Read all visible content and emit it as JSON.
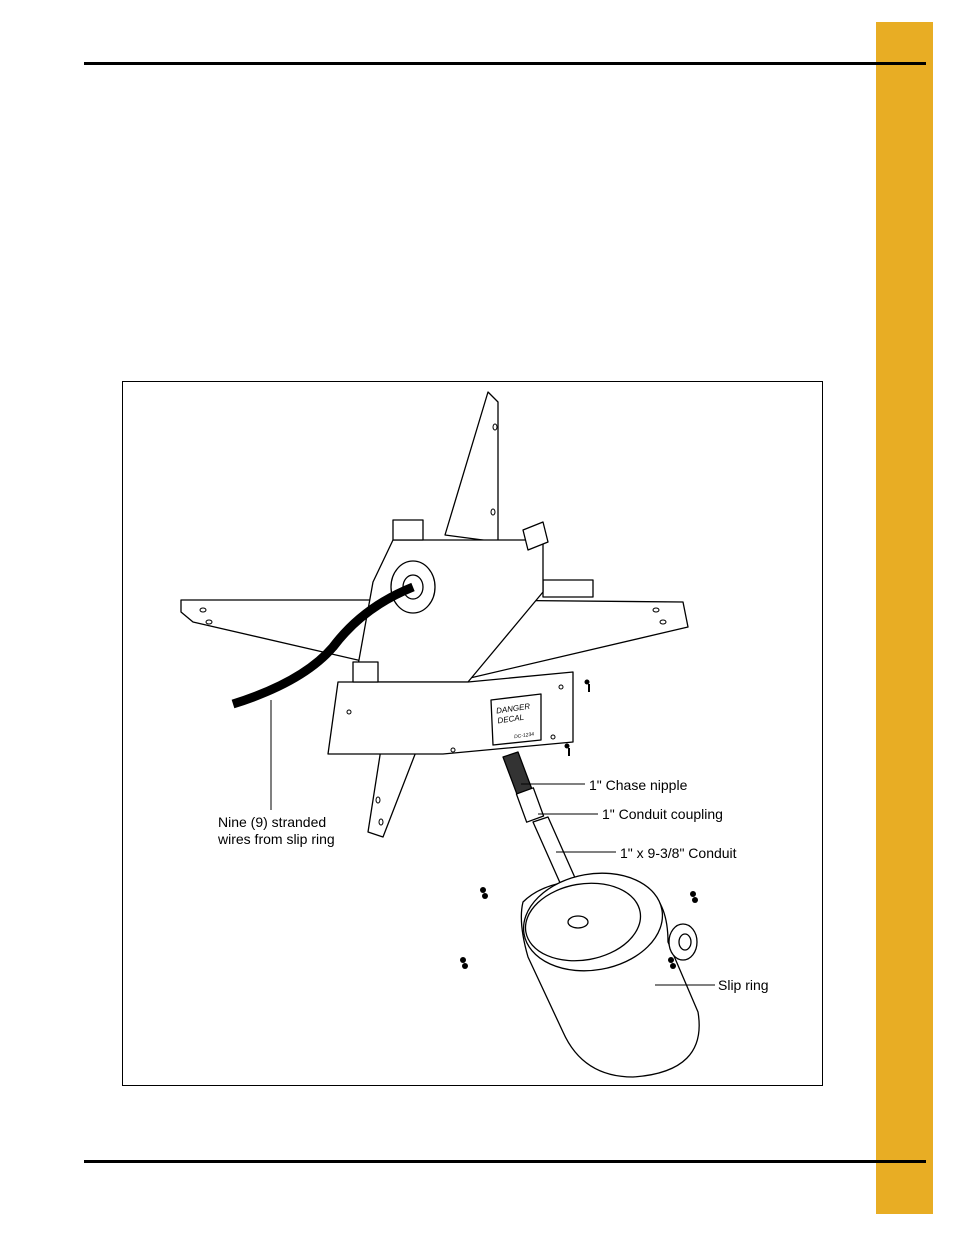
{
  "figure": {
    "callouts": {
      "chase_nipple": "1\" Chase nipple",
      "conduit_coupling": "1\" Conduit coupling",
      "conduit": "1\" x 9-3/8\" Conduit",
      "slip_ring": "Slip ring",
      "wires_line1": "Nine (9) stranded",
      "wires_line2": "wires from slip ring"
    },
    "decal": {
      "line1": "DANGER",
      "line2": "DECAL",
      "code": "DC-1234"
    }
  },
  "colors": {
    "side_tab": "#e8ad24",
    "rule": "#000000"
  }
}
